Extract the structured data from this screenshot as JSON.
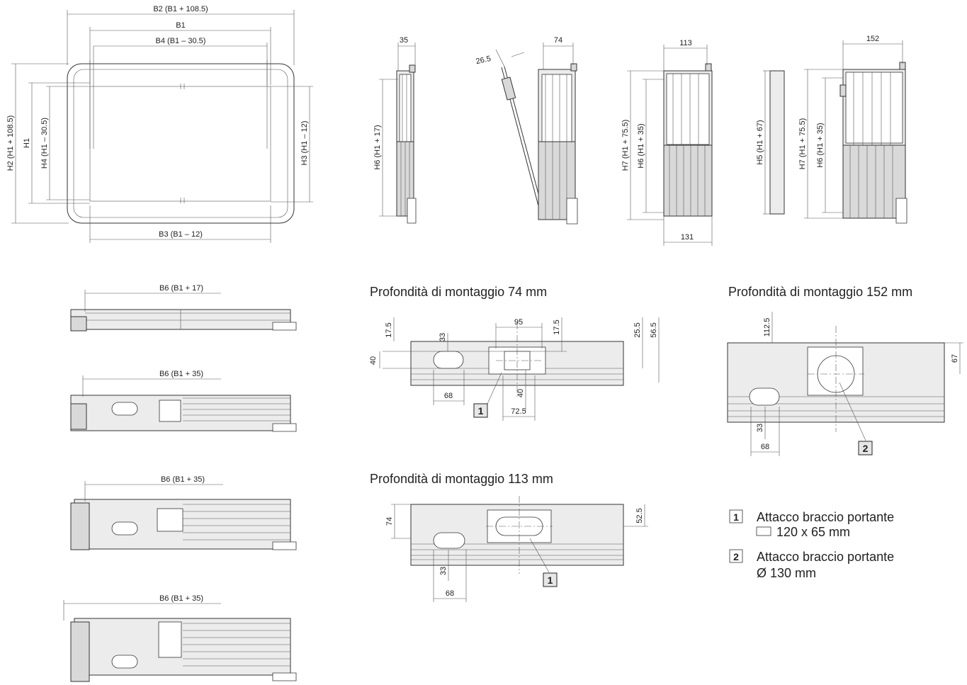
{
  "front": {
    "b2": "B2 (B1 + 108.5)",
    "b1": "B1",
    "b4": "B4 (B1 – 30.5)",
    "b3": "B3 (B1 – 12)",
    "h2": "H2 (H1 + 108.5)",
    "h1": "H1",
    "h4": "H4 (H1 – 30.5)",
    "h3": "H3 (H1 – 12)"
  },
  "side": {
    "d35": "35",
    "h6_17": "H6 (H1 + 17)",
    "angle": "26.5",
    "d74": "74",
    "d113": "113",
    "d131": "131",
    "h7_a": "H7 (H1 + 75.5)",
    "h6_35a": "H6 (H1 + 35)",
    "h5": "H5 (H1 + 67)",
    "d152": "152",
    "h7_b": "H7 (H1 + 75.5)",
    "h6_35b": "H6 (H1 + 35)"
  },
  "top_views": {
    "b6_17": "B6 (B1 + 17)",
    "b6_35a": "B6 (B1 + 35)",
    "b6_35b": "B6 (B1 + 35)",
    "b6_35c": "B6 (B1 + 35)"
  },
  "depth74": {
    "title": "Profondità di montaggio 74 mm",
    "d17_5a": "17.5",
    "d33": "33",
    "d95": "95",
    "d17_5b": "17.5",
    "d25_5": "25.5",
    "d56_5": "56.5",
    "d40a": "40",
    "d40b": "40",
    "d68": "68",
    "d72_5": "72.5",
    "marker": "1"
  },
  "depth152": {
    "title": "Profondità di montaggio 152 mm",
    "d112_5": "112.5",
    "d67": "67",
    "d33": "33",
    "d68": "68",
    "marker": "2"
  },
  "depth113": {
    "title": "Profondità di montaggio 113 mm",
    "d74": "74",
    "d52_5": "52.5",
    "d33": "33",
    "d68": "68",
    "marker": "1"
  },
  "legend": {
    "items": [
      {
        "num": "1",
        "line1": "Attacco braccio portante",
        "line2": "120 x 65 mm"
      },
      {
        "num": "2",
        "line1": "Attacco braccio portante",
        "line2": "Ø 130 mm"
      }
    ]
  }
}
